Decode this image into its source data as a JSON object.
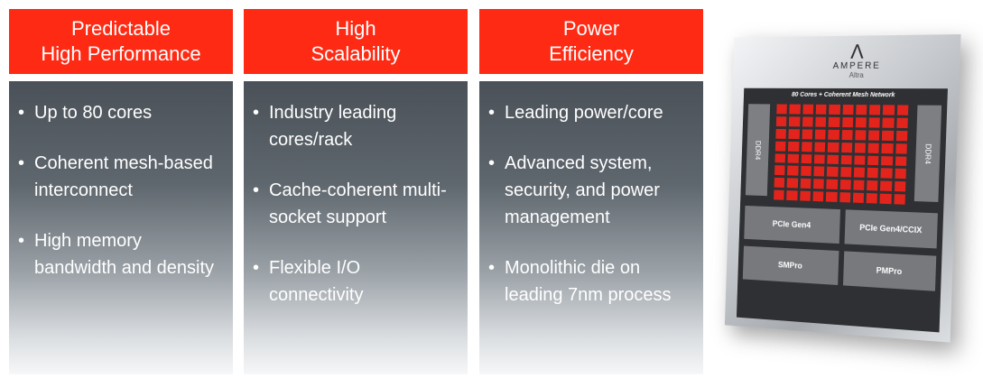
{
  "columns": [
    {
      "title_line1": "Predictable",
      "title_line2": "High Performance",
      "bullets": [
        "Up to 80 cores",
        "Coherent mesh-based interconnect",
        "High memory bandwidth and density"
      ]
    },
    {
      "title_line1": "High",
      "title_line2": "Scalability",
      "bullets": [
        "Industry leading cores/rack",
        "Cache-coherent multi-socket support",
        "Flexible I/O connectivity"
      ]
    },
    {
      "title_line1": "Power",
      "title_line2": "Efficiency",
      "bullets": [
        "Leading power/core",
        "Advanced system, security, and power management",
        "Monolithic die on leading 7nm process"
      ]
    }
  ],
  "chip": {
    "brand": "AMPERE",
    "sub_brand": "Altra",
    "mesh_title": "80 Cores + Coherent Mesh Network",
    "ddr_left": "DDR4",
    "ddr_right": "DDR4",
    "block_pcie": "PCIe Gen4",
    "block_pcie_ccix": "PCIe Gen4/CCIX",
    "block_smpro": "SMPro",
    "block_pmpro": "PMPro",
    "core_count": 80
  },
  "colors": {
    "header_red": "#ff2a14",
    "core_red": "#e3241d"
  }
}
